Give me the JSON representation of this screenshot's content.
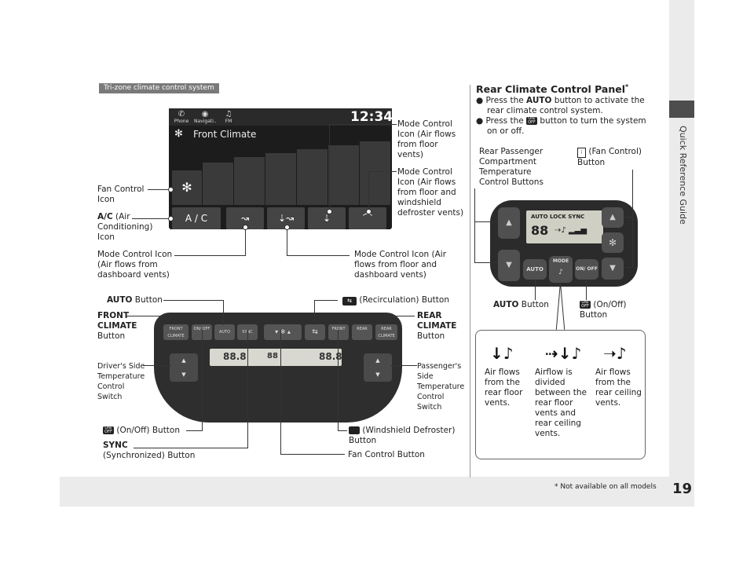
{
  "page": {
    "side_label": "Quick Reference Guide",
    "page_number": "19",
    "footnote": "* Not available on all models"
  },
  "left": {
    "tag": "Tri-zone climate control system",
    "screen": {
      "icons": [
        "Phone",
        "Navigati..",
        "FM"
      ],
      "time": "12:34",
      "title": "Front Climate",
      "ac_label": "A / C"
    },
    "callouts": {
      "mode1": [
        "Mode Control",
        "Icon (Air flows",
        "from floor",
        "vents)"
      ],
      "mode2": [
        "Mode Control",
        "Icon (Air flows",
        "from floor and",
        "windshield",
        "defroster vents)"
      ],
      "fan_icon": [
        "Fan Control",
        "Icon"
      ],
      "ac_bold": "A/C",
      "ac_rest": [
        " (Air",
        "Conditioning)",
        "Icon"
      ],
      "mode_dash": [
        "Mode Control Icon",
        "(Air flows from",
        "dashboard vents)"
      ],
      "mode_floor_dash": [
        "Mode Control Icon (Air",
        "flows from floor and",
        "dashboard vents)"
      ],
      "auto_bold": "AUTO",
      "auto_rest": " Button",
      "recirc": "(Recirculation) Button",
      "front_climate": [
        "FRONT",
        "CLIMATE"
      ],
      "front_climate_btn": "Button",
      "rear_climate": [
        "REAR",
        "CLIMATE"
      ],
      "rear_climate_btn": "Button",
      "driver_switch": [
        "Driver's Side",
        "Temperature",
        "Control",
        "Switch"
      ],
      "passenger_switch": [
        "Passenger's",
        "Side",
        "Temperature",
        "Control",
        "Switch"
      ],
      "onoff": "(On/Off) Button",
      "windshield": "(Windshield Defroster)",
      "windshield_btn": "Button",
      "sync_bold": "SYNC",
      "sync_rest": "(Synchronized) Button",
      "fan_button": "Fan Control Button"
    },
    "front_panel": {
      "front_climate": "FRONT CLIMATE",
      "onoff": "ON/ OFF",
      "auto": "AUTO",
      "sync": "SYNC",
      "front": "FRONT",
      "rear": "REAR",
      "rear_climate": "REAR CLIMATE",
      "lcd_left": "88.8",
      "lcd_mid": "88",
      "lcd_right": "88.8"
    }
  },
  "right": {
    "title": "Rear Climate Control Panel",
    "title_sup": "*",
    "bullets": [
      {
        "pre": "Press the ",
        "bold": "AUTO",
        "post": " button to activate the",
        "line2": "rear climate control system."
      },
      {
        "pre": "Press the ",
        "bold": "",
        "post": " button to turn the system",
        "line2": "on or off."
      }
    ],
    "callouts": {
      "rear_temp": [
        "Rear Passenger",
        "Compartment",
        "Temperature",
        "Control Buttons"
      ],
      "fan_ctrl": "(Fan Control)",
      "fan_ctrl_btn": "Button",
      "auto_bold": "AUTO",
      "auto_rest": " Button",
      "onoff": "(On/Off)",
      "onoff_btn": "Button"
    },
    "rear_panel": {
      "lcd_text": "AUTO LOCK SYNC",
      "lcd_digits": "88",
      "auto": "AUTO",
      "mode": "MODE",
      "onoff": "ON/ OFF"
    },
    "airflow": [
      {
        "icon": "↓♪",
        "lines": [
          "Air flows",
          "from the",
          "rear floor",
          "vents."
        ]
      },
      {
        "icon": "⇢↓♪",
        "lines": [
          "Airflow is",
          "divided",
          "between the",
          "rear floor",
          "vents and",
          "rear ceiling",
          "vents."
        ]
      },
      {
        "icon": "➝♪",
        "lines": [
          "Air flows",
          "from the",
          "rear ceiling",
          "vents."
        ]
      }
    ]
  }
}
